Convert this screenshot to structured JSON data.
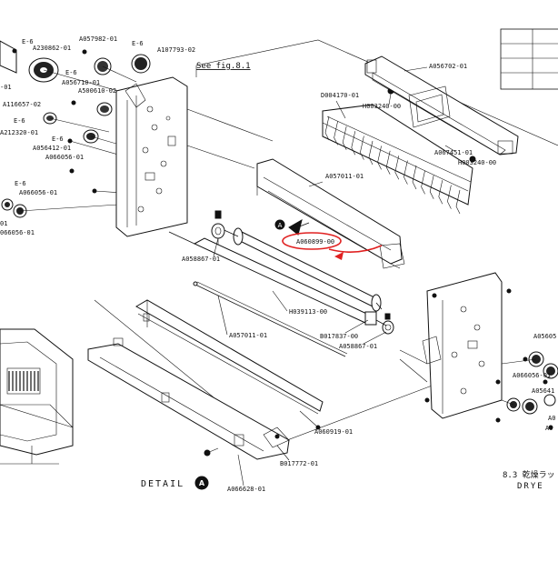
{
  "diagram": {
    "detail_label": "DETAIL",
    "detail_marker": "A",
    "section_title": "8.3 乾燥ラッ",
    "section_subtitle": "DRYE",
    "see_fig": "See fig.8.1",
    "highlight_color": "#e02020",
    "parts": {
      "e6_a": "E-6",
      "a230862": "A230862-01",
      "a057982": "A057982-01",
      "e6_b": "E-6",
      "a107793": "A107793-02",
      "e6_c": "E-6",
      "a056710": "A056710-01",
      "a500610": "A500610-02",
      "a116657": "A116657-02",
      "e6_d": "E-6",
      "a212320": "A212320-01",
      "e6_e": "E-6",
      "a056412": "A056412-01",
      "a066056_l": "A066056-01",
      "e6_f": "E-6",
      "a066056_l2": "A066056-01",
      "left_01": "-01",
      "a066056_l3": "066056-01",
      "left_01b": "01",
      "d004170": "D004170-01",
      "h003240_a": "H003240-00",
      "a056702": "A056702-01",
      "a067451": "A067451-01",
      "h003240_b": "H003240-00",
      "a057011_a": "A057011-01",
      "a060899": "A060899-00",
      "a058867_a": "A058867-01",
      "h039113": "H039113-00",
      "a057011_b": "A057011-01",
      "b017837": "B017837-00",
      "a058867_b": "A058867-01",
      "a060919": "A060919-01",
      "b017772": "B017772-01",
      "a066628": "A066628-01",
      "r_a05605": "A05605",
      "r_a066056": "A066056-01",
      "r_a05641": "A05641",
      "r_a0": "A0",
      "r_a0b": "A0"
    }
  }
}
